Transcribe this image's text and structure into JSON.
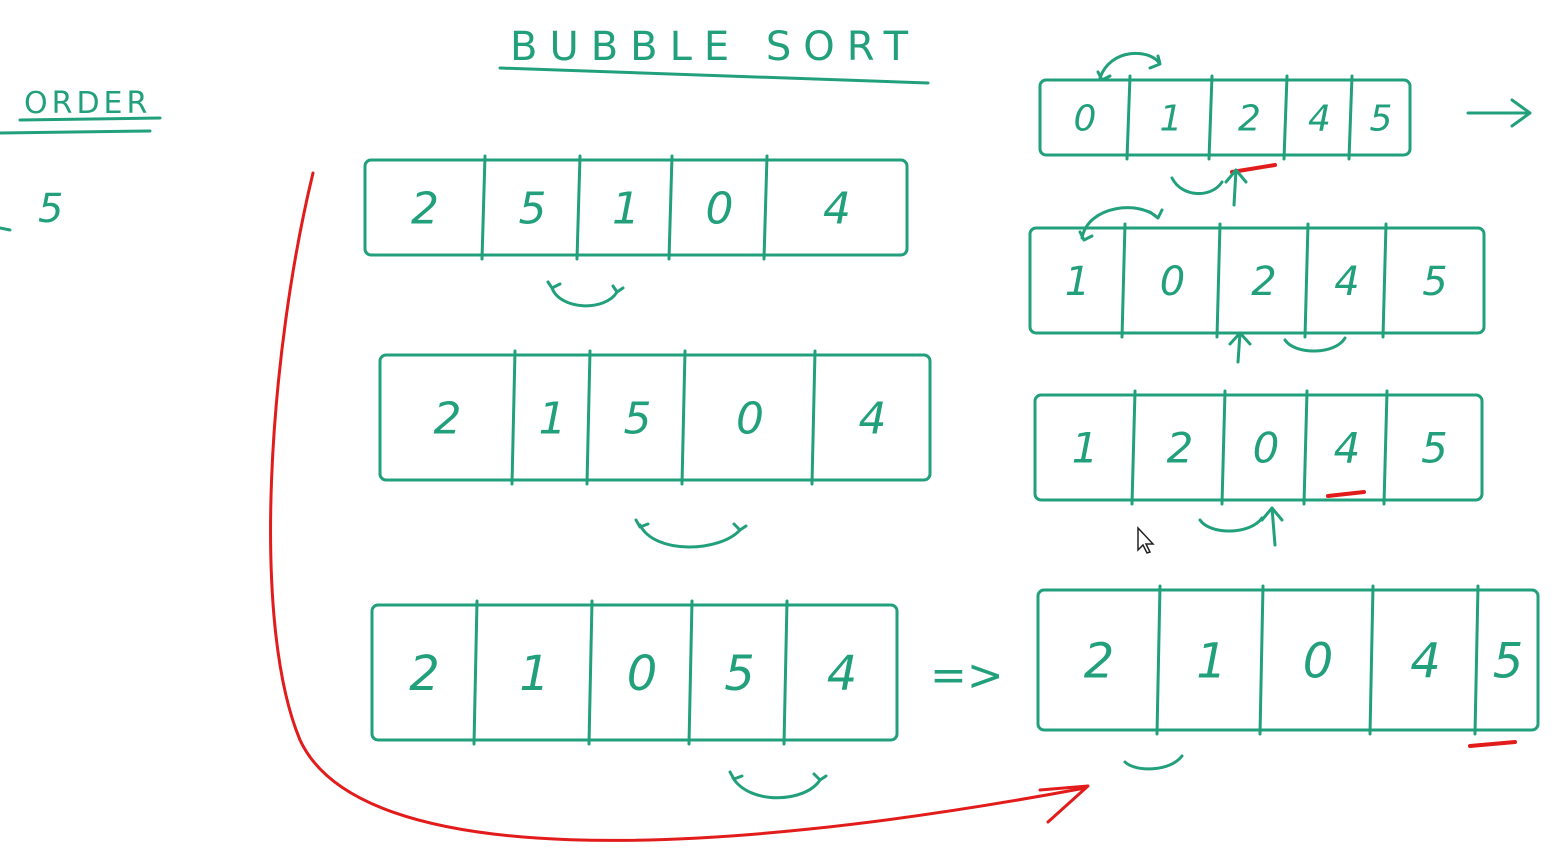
{
  "title": "BUBBLE SORT",
  "left_margin": {
    "heading_fragment": "ORDER",
    "number_fragment": "5"
  },
  "colors": {
    "ink": "#22a07c",
    "marker": "#e21b1b",
    "background": "#ffffff"
  },
  "icons": [
    "swap-arrow-icon",
    "up-arrow-icon",
    "right-arrow-icon",
    "implies-arrow-icon",
    "cursor-icon"
  ],
  "arrays": {
    "pass1_a": {
      "values": [
        "2",
        "5",
        "1",
        "0",
        "4"
      ]
    },
    "pass1_b": {
      "values": [
        "2",
        "1",
        "5",
        "0",
        "4"
      ]
    },
    "pass1_c": {
      "values": [
        "2",
        "1",
        "0",
        "5",
        "4"
      ]
    },
    "pass1_d": {
      "values": [
        "2",
        "1",
        "0",
        "4",
        "5"
      ]
    },
    "pass2_c": {
      "values": [
        "1",
        "2",
        "0",
        "4",
        "5"
      ]
    },
    "pass2_d": {
      "values": [
        "1",
        "0",
        "2",
        "4",
        "5"
      ]
    },
    "pass3_d": {
      "values": [
        "0",
        "1",
        "2",
        "4",
        "5"
      ]
    }
  },
  "connectors": {
    "implies": "=>"
  }
}
